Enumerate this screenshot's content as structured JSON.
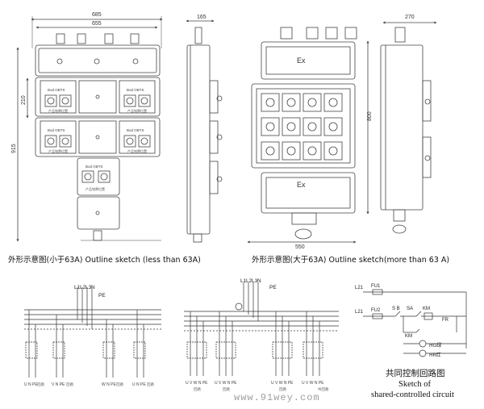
{
  "drawing_small": {
    "dims": {
      "width_outer": "685",
      "width_inner": "655",
      "height_total": "915",
      "height_module": "210",
      "side_depth": "165"
    },
    "caption": "外形示意图(小于63A) Outline sketch (less than 63A)"
  },
  "drawing_large": {
    "dims": {
      "side_depth": "270",
      "height": "800",
      "width": "550"
    },
    "ex_mark": "Ex",
    "caption": "外形示意图(大于63A) Outline sketch(more than 63 A)"
  },
  "panel_text": {
    "line1": "Bod OBTS",
    "line2": "产品铭牌位置"
  },
  "schematic_left": {
    "supply": [
      "L1",
      "L2",
      "L3",
      "N"
    ],
    "pe": "PE",
    "outputs": [
      "U N PE",
      "V N PE",
      "W N PE",
      "U N PE"
    ],
    "circuit_tags": [
      "回路",
      "回路",
      "回路",
      "回路"
    ]
  },
  "schematic_middle": {
    "supply": [
      "L1",
      "L2",
      "L3",
      "N"
    ],
    "pe": "PE",
    "outputs": [
      "U V W N PE",
      "U V W N PE",
      "U V W N PE",
      "U V W N PE"
    ],
    "circuit_tags": [
      "回路",
      "回路",
      "回路",
      "共回路"
    ]
  },
  "control_circuit": {
    "labels": {
      "l21_top": "L21",
      "fu1": "FU1",
      "l21_bottom": "L21",
      "fu2": "FU2",
      "sb": "S B",
      "sa": "SA",
      "km": "KM",
      "fr": "FR",
      "km_coil": "KM",
      "hg": "HG绿",
      "hr": "HR红"
    },
    "title_cn": "共同控制回路图",
    "title_en_1": "Sketch of",
    "title_en_2": "shared-controlled circuit"
  },
  "watermark": "www.91wey.com"
}
